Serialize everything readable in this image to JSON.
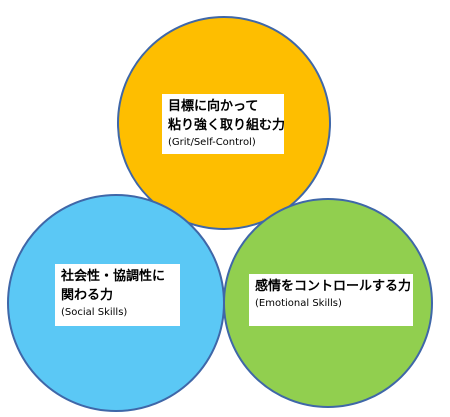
{
  "colors": {
    "grit_circle": "#FEBE00",
    "social_circle": "#5BC8F5",
    "emotional_circle": "#91CF4F",
    "circle_outline": "#3F67A8",
    "label_background": "#FFFFFF"
  },
  "circles": [
    {
      "id": "grit",
      "lines": [
        "目標に向かって",
        "粘り強く取り組む力"
      ],
      "subtitle": "(Grit/Self-Control)"
    },
    {
      "id": "social",
      "lines": [
        "社会性・協調性に",
        "関わる力"
      ],
      "subtitle": "(Social Skills)"
    },
    {
      "id": "emotional",
      "lines": [
        "感情をコントロールする力"
      ],
      "subtitle": "(Emotional Skills)"
    }
  ]
}
